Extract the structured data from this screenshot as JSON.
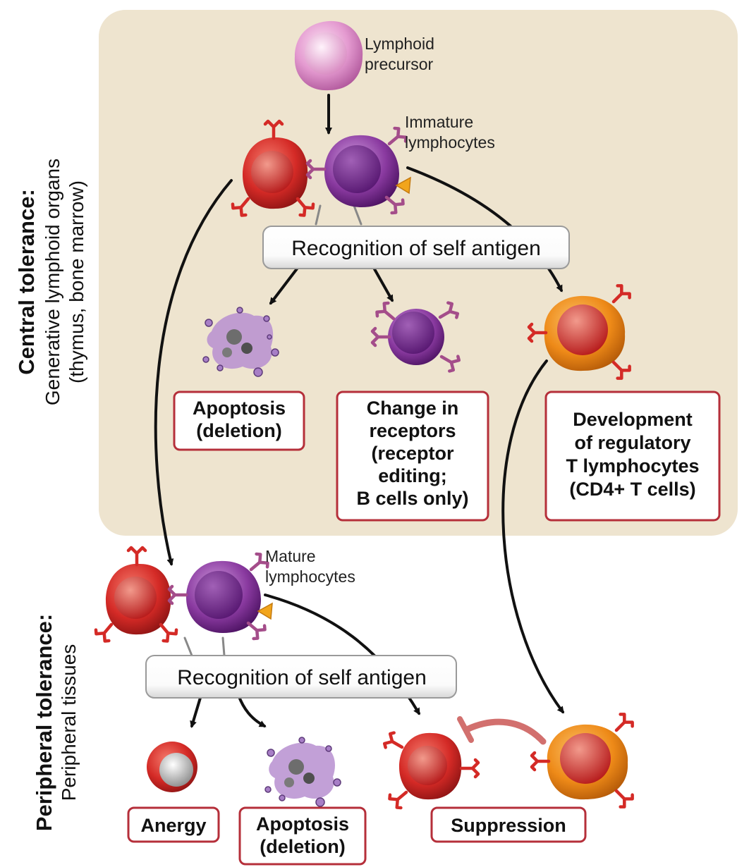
{
  "side_labels": {
    "central": {
      "heading": "Central tolerance:",
      "line1": "Generative lymphoid organs",
      "line2": "(thymus, bone marrow)"
    },
    "peripheral": {
      "heading": "Peripheral tolerance:",
      "line1": "Peripheral tissues"
    }
  },
  "cell_labels": {
    "lymphoid_precursor": [
      "Lymphoid",
      "precursor"
    ],
    "immature": [
      "Immature",
      "lymphocytes"
    ],
    "mature": [
      "Mature",
      "lymphocytes"
    ]
  },
  "recognition_bars": {
    "central": "Recognition of self antigen",
    "peripheral": "Recognition of self antigen"
  },
  "outcome_boxes": {
    "central_apoptosis": [
      "Apoptosis",
      "(deletion)"
    ],
    "receptor_editing": [
      "Change in",
      "receptors",
      "(receptor",
      "editing;",
      "B cells only)"
    ],
    "regulatory": [
      "Development",
      "of regulatory",
      "T lymphocytes",
      "(CD4+ T cells)"
    ],
    "anergy": [
      "Anergy"
    ],
    "peripheral_apoptosis": [
      "Apoptosis",
      "(deletion)"
    ],
    "suppression": [
      "Suppression"
    ]
  },
  "colors": {
    "central_panel": "#eee4cf",
    "box_border": "#b52f3a",
    "t_cell_red": "#d42a26",
    "b_cell_purple": "#7a2d8e",
    "treg_orange": "#ee8a18",
    "receptor": "#a44d8a",
    "antigen": "#f2a51c",
    "arrow": "#111111"
  }
}
